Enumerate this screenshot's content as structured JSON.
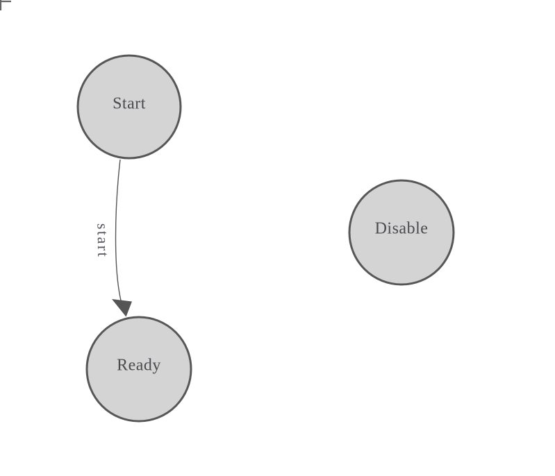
{
  "diagram": {
    "type": "state-machine",
    "nodes": [
      {
        "id": "start",
        "label": "Start"
      },
      {
        "id": "ready",
        "label": "Ready"
      },
      {
        "id": "disable",
        "label": "Disable"
      }
    ],
    "edges": [
      {
        "from": "start",
        "to": "ready",
        "label": "start"
      }
    ],
    "colors": {
      "background": "#ffffff",
      "node_fill": "#d4d4d4",
      "node_stroke": "#575757",
      "node_text": "#4a4a4f",
      "edge_stroke": "#555555",
      "edge_label_text": "#54555c",
      "corner_mark": "#646464"
    }
  }
}
